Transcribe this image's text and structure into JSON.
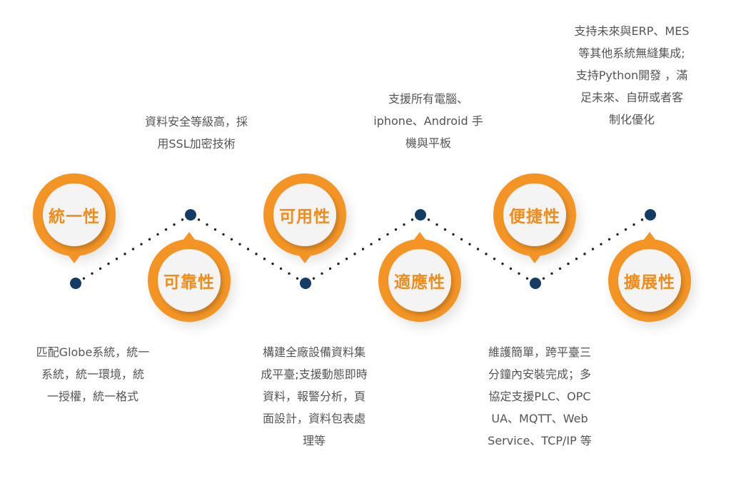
{
  "colors": {
    "accent": "#f39425",
    "text_accent": "#f08c1c",
    "dot": "#143d66",
    "dots_line": "#222222"
  },
  "nodes": [
    {
      "label": "統一性",
      "position": "top"
    },
    {
      "label": "可靠性",
      "position": "bottom"
    },
    {
      "label": "可用性",
      "position": "top"
    },
    {
      "label": "適應性",
      "position": "bottom"
    },
    {
      "label": "便捷性",
      "position": "top"
    },
    {
      "label": "擴展性",
      "position": "bottom"
    }
  ],
  "descriptions": [
    {
      "for": "統一性",
      "lines": [
        "匹配Globe系統，統一",
        "系統，統一環境，統",
        "一授權，統一格式"
      ]
    },
    {
      "for": "可靠性",
      "lines": [
        "資料安全等級高，採",
        "用SSL加密技術"
      ]
    },
    {
      "for": "可用性",
      "lines": [
        "構建全廠設備資料集",
        "成平臺;支援動態即時",
        "資料，報警分析，頁",
        "面設計，資料包表處",
        "理等"
      ]
    },
    {
      "for": "適應性",
      "lines": [
        "支援所有電腦、",
        "iphone、Android 手",
        "機與平板"
      ]
    },
    {
      "for": "便捷性",
      "lines": [
        "維護簡單，跨平臺三",
        "分鐘內安裝完成；多",
        "協定支援PLC、OPC",
        "UA、MQTT、Web",
        "Service、TCP/IP 等"
      ]
    },
    {
      "for": "擴展性",
      "lines": [
        "支持未來與ERP、MES",
        "等其他系統無縫集成;",
        "支持Python開發 ，滿",
        "足未來、自研或者客",
        "制化優化"
      ]
    }
  ]
}
